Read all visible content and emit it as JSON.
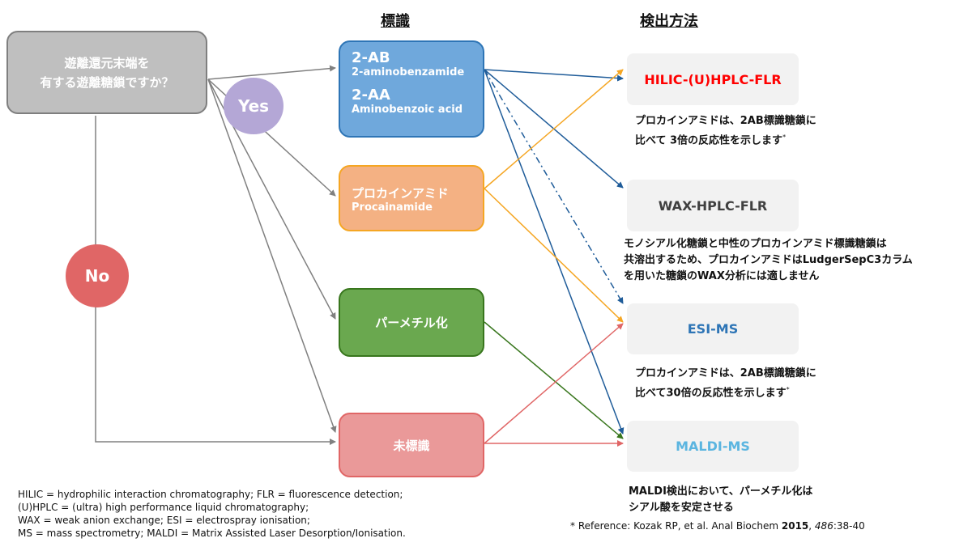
{
  "headings": {
    "labels": "標識",
    "methods": "検出方法"
  },
  "question": {
    "line1": "遊離還元末端を",
    "line2": "有する遊離糖鎖ですか？"
  },
  "answers": {
    "yes": "Yes",
    "no": "No"
  },
  "labels": {
    "ab_short": "2-AB",
    "ab_long": "2-aminobenzamide",
    "aa_short": "2-AA",
    "aa_long": "Aminobenzoic acid",
    "procainamide_jp": "プロカインアミド",
    "procainamide_en": "Procainamide",
    "permethylation": "パーメチル化",
    "unlabeled": "未標識"
  },
  "methods": {
    "hilic": "HILIC-(U)HPLC-FLR",
    "wax": "WAX-HPLC-FLR",
    "esi": "ESI-MS",
    "maldi": "MALDI-MS"
  },
  "notes": {
    "hilic_line1": "プロカインアミドは、2AB標識糖鎖に",
    "hilic_line2": "比べて 3倍の反応性を示します",
    "asterisk": "*",
    "wax_line1": "モノシアル化糖鎖と中性のプロカインアミド標識糖鎖は",
    "wax_line2": "共溶出するため、プロカインアミドはLudgerSepC3カラム",
    "wax_line3": "を用いた糖鎖のWAX分析には適しません",
    "esi_line1": "プロカインアミドは、2AB標識糖鎖に",
    "esi_line2": "比べて30倍の反応性を示します",
    "maldi_line1": "MALDI検出において、パーメチル化は",
    "maldi_line2": "シアル酸を安定させる"
  },
  "legend": {
    "line1": "HILIC = hydrophilic interaction chromatography; FLR = fluorescence detection;",
    "line2": "(U)HPLC = (ultra) high performance liquid chromatography;",
    "line3": "WAX = weak anion exchange; ESI = electrospray ionisation;",
    "line4": "MS = mass spectrometry; MALDI = Matrix Assisted Laser Desorption/Ionisation."
  },
  "reference": {
    "prefix": "* Reference: Kozak RP, et al. Anal Biochem ",
    "year": "2015",
    "sep": ", ",
    "volume": "486",
    "pages": ":38-40"
  },
  "colors": {
    "question_box": "#bfbfbf",
    "yes_circle": "#b4a7d6",
    "no_circle": "#e06666",
    "ab_box": "#6fa8dc",
    "procainamide_box": "#f4b183",
    "permethylation_box": "#6aa84f",
    "unlabeled_box": "#ea9999",
    "hilic_text": "#ff0000",
    "wax_text": "#404040",
    "esi_text": "#2e75b6",
    "maldi_text": "#5bb5e0",
    "arrow_gray": "#808080",
    "arrow_blue": "#1f5c99",
    "arrow_orange": "#f5a623",
    "arrow_green": "#38761d",
    "arrow_red": "#e06666"
  }
}
